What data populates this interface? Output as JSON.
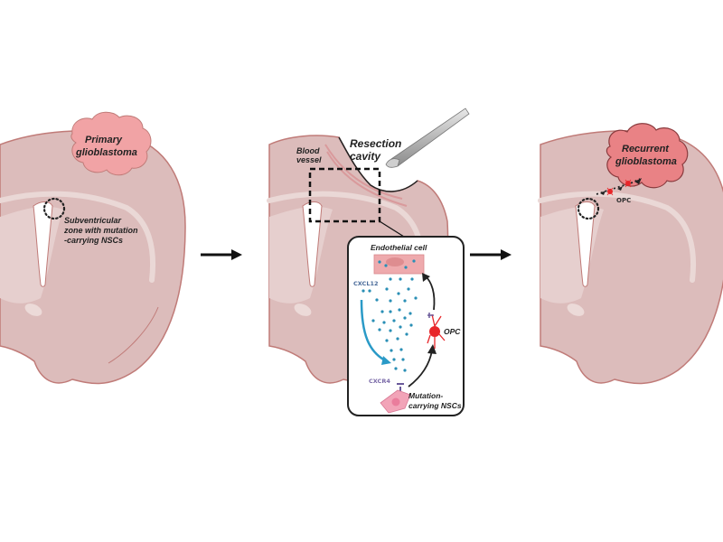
{
  "panels": {
    "primary": {
      "tumor_label_line1": "Primary",
      "tumor_label_line2": "glioblastoma",
      "svz_label_line1": "Subventricular",
      "svz_label_line2": "zone with mutation",
      "svz_label_line3": "-carrying NSCs"
    },
    "resection": {
      "cavity_label_line1": "Resection",
      "cavity_label_line2": "cavity",
      "vessel_label_line1": "Blood",
      "vessel_label_line2": "vessel",
      "inset": {
        "endothelial_label": "Endothelial cell",
        "cxcl12_label": "CXCL12",
        "cxcr4_label": "CXCR4",
        "opc_label": "OPC",
        "nsc_label_line1": "Mutation-",
        "nsc_label_line2": "carrying NSCs"
      }
    },
    "recurrent": {
      "tumor_label_line1": "Recurrent",
      "tumor_label_line2": "glioblastoma",
      "opc_label": "OPC"
    }
  },
  "colors": {
    "brain_fill": "#dcbcbb",
    "brain_stroke": "#c07b78",
    "tumor_fill": "#f1a3a5",
    "tumor_recurrent_fill": "#e98285",
    "ligand_dot": "#2a8fb5",
    "cxcl12_arrow": "#2a9ac7",
    "opc_red": "#e8262a",
    "nsc_pink": "#f2a4b8",
    "receptor_purple": "#6a5a9a"
  }
}
